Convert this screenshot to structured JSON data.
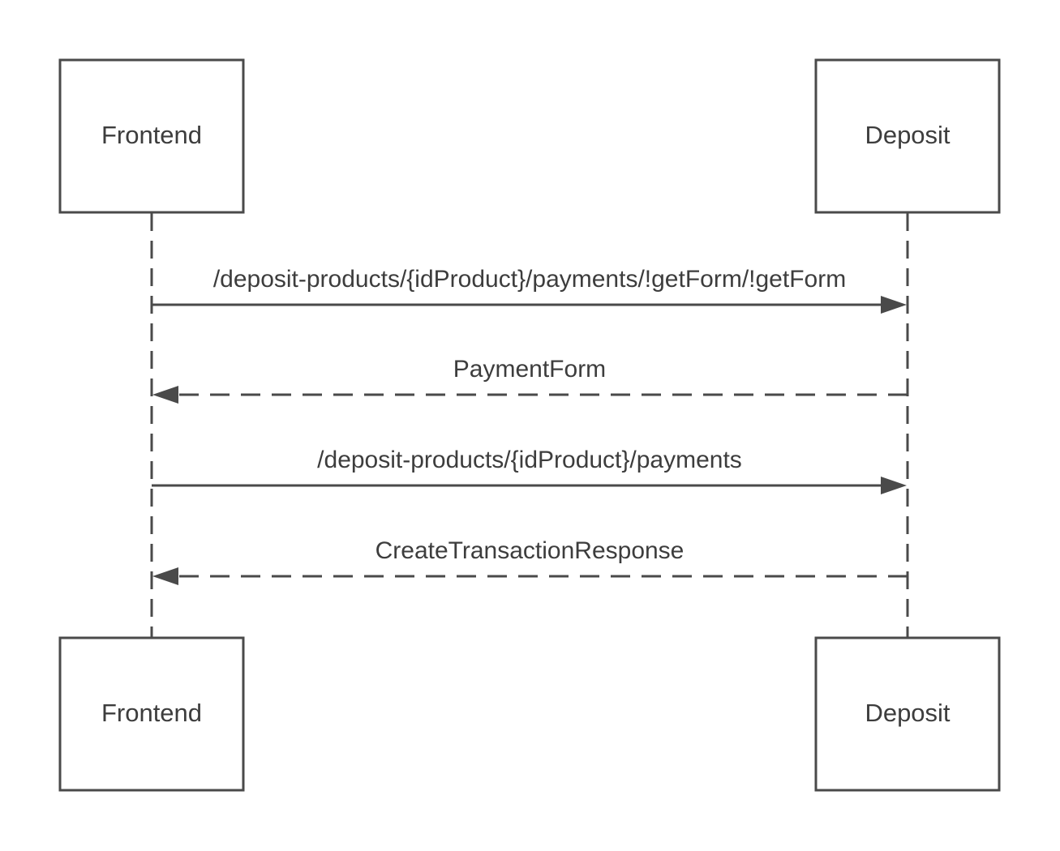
{
  "diagram": {
    "type": "sequence",
    "participants": [
      {
        "id": "frontend",
        "label": "Frontend"
      },
      {
        "id": "deposit",
        "label": "Deposit"
      }
    ],
    "messages": [
      {
        "from": "frontend",
        "to": "deposit",
        "style": "solid",
        "label": "/deposit-products/{idProduct}/payments/!getForm/!getForm"
      },
      {
        "from": "deposit",
        "to": "frontend",
        "style": "dashed",
        "label": "PaymentForm"
      },
      {
        "from": "frontend",
        "to": "deposit",
        "style": "solid",
        "label": "/deposit-products/{idProduct}/payments"
      },
      {
        "from": "deposit",
        "to": "frontend",
        "style": "dashed",
        "label": "CreateTransactionResponse"
      }
    ],
    "colors": {
      "line": "#4a4a4a",
      "text": "#3d3d3d",
      "background": "#ffffff"
    }
  }
}
